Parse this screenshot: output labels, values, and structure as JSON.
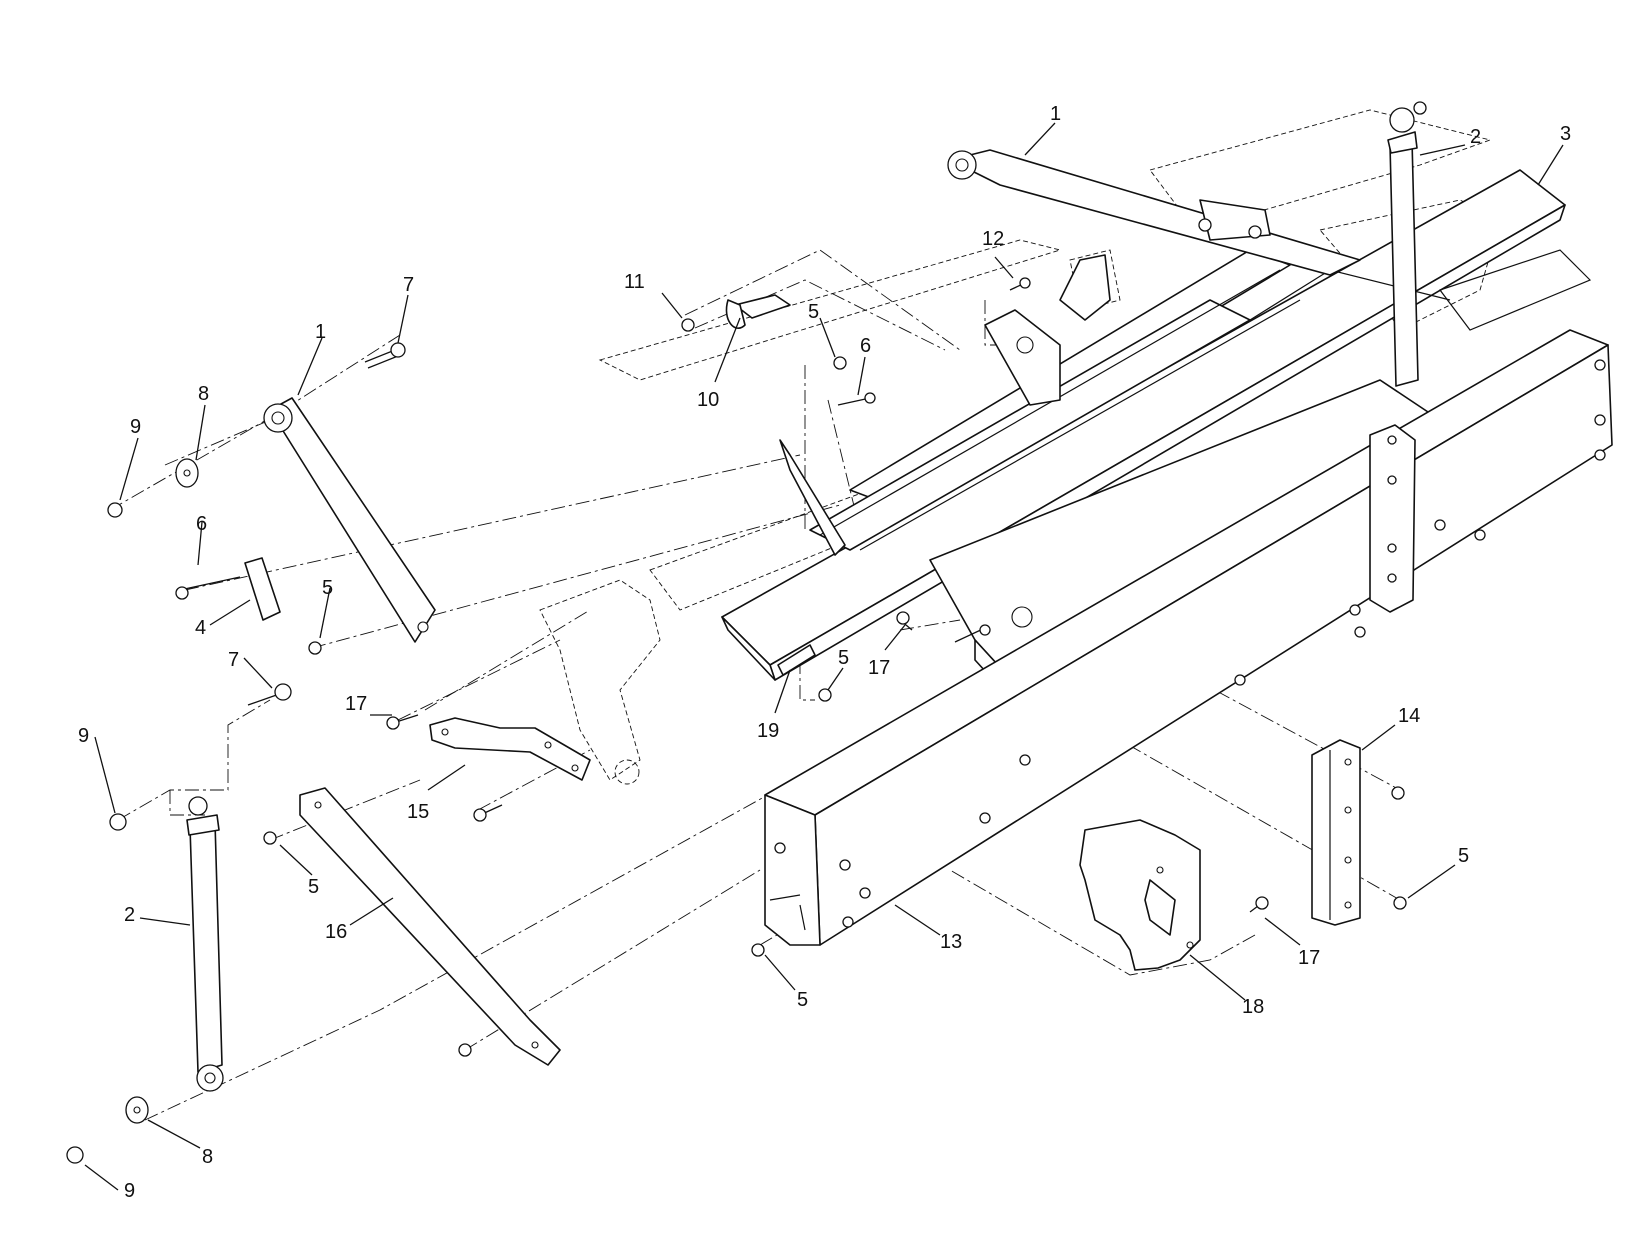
{
  "callouts": [
    {
      "id": "c1",
      "text": "1"
    },
    {
      "id": "c2",
      "text": "2"
    },
    {
      "id": "c3",
      "text": "3"
    },
    {
      "id": "c4",
      "text": "1"
    },
    {
      "id": "c5",
      "text": "7"
    },
    {
      "id": "c6",
      "text": "12"
    },
    {
      "id": "c7",
      "text": "11"
    },
    {
      "id": "c8",
      "text": "5"
    },
    {
      "id": "c9",
      "text": "6"
    },
    {
      "id": "c10",
      "text": "10"
    },
    {
      "id": "c11",
      "text": "8"
    },
    {
      "id": "c12",
      "text": "9"
    },
    {
      "id": "c13",
      "text": "6"
    },
    {
      "id": "c14",
      "text": "4"
    },
    {
      "id": "c15",
      "text": "5"
    },
    {
      "id": "c16",
      "text": "7"
    },
    {
      "id": "c17",
      "text": "9"
    },
    {
      "id": "c18",
      "text": "17"
    },
    {
      "id": "c19",
      "text": "5"
    },
    {
      "id": "c20",
      "text": "17"
    },
    {
      "id": "c21",
      "text": "19"
    },
    {
      "id": "c22",
      "text": "14"
    },
    {
      "id": "c23",
      "text": "15"
    },
    {
      "id": "c24",
      "text": "5"
    },
    {
      "id": "c25",
      "text": "2"
    },
    {
      "id": "c26",
      "text": "16"
    },
    {
      "id": "c27",
      "text": "13"
    },
    {
      "id": "c28",
      "text": "5"
    },
    {
      "id": "c29",
      "text": "17"
    },
    {
      "id": "c30",
      "text": "5"
    },
    {
      "id": "c31",
      "text": "18"
    },
    {
      "id": "c32",
      "text": "8"
    },
    {
      "id": "c33",
      "text": "9"
    }
  ]
}
